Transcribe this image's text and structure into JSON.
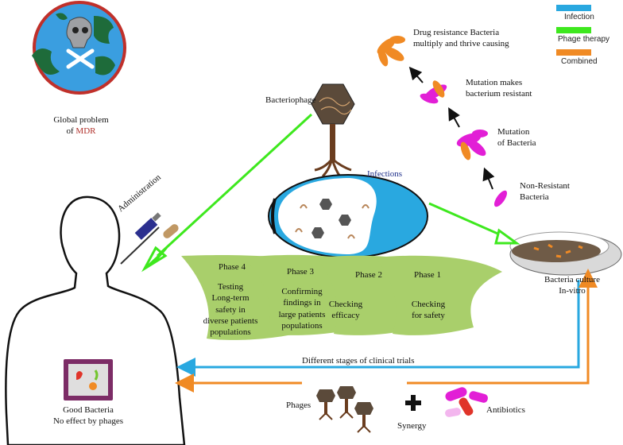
{
  "legend": {
    "items": [
      {
        "label": "Infection",
        "color": "#29a8e0"
      },
      {
        "label": "Phage therapy",
        "color": "#3ee81e"
      },
      {
        "label": "Combined",
        "color": "#f08a24"
      }
    ]
  },
  "globe": {
    "line1": "Global problem",
    "line2_prefix": "of ",
    "line2_highlight": "MDR",
    "highlight_color": "#b0302a"
  },
  "bacteriophage_label": "Bacteriophage",
  "infections_label": "Infections",
  "administration_label": "Administration",
  "resistance_steps": {
    "drug_resistance": [
      "Drug resistance Bacteria",
      "multiply and thrive causing"
    ],
    "mutation_resistant": [
      "Mutation makes",
      "bacterium resistant"
    ],
    "mutation": [
      "Mutation",
      "of Bacteria"
    ],
    "non_resistant": [
      "Non-Resistant",
      "Bacteria"
    ]
  },
  "culture": [
    "Bacteria culture",
    "In-vitro"
  ],
  "phases": [
    {
      "title": "Phase 4",
      "lines": [
        "Testing",
        "Long-term",
        "safety in",
        "diverse patients",
        "populations"
      ]
    },
    {
      "title": "Phase 3",
      "lines": [
        "Confirming",
        "findings in",
        "large patients",
        "populations"
      ]
    },
    {
      "title": "Phase 2",
      "lines": [
        "Checking",
        "efficacy"
      ]
    },
    {
      "title": "Phase 1",
      "lines": [
        "Checking",
        "for safety"
      ]
    }
  ],
  "clinical_trials_label": "Different stages of clinical trials",
  "good_bacteria": [
    "Good Bacteria",
    "No effect by phages"
  ],
  "bottom": {
    "phages": "Phages",
    "synergy": "Synergy",
    "antibiotics": "Antibiotics",
    "plus": "+"
  },
  "colors": {
    "blue": "#29a8e0",
    "green": "#3ee81e",
    "orange": "#f08a24",
    "leaf": "#a9cf6b",
    "magenta": "#e21fd6"
  }
}
